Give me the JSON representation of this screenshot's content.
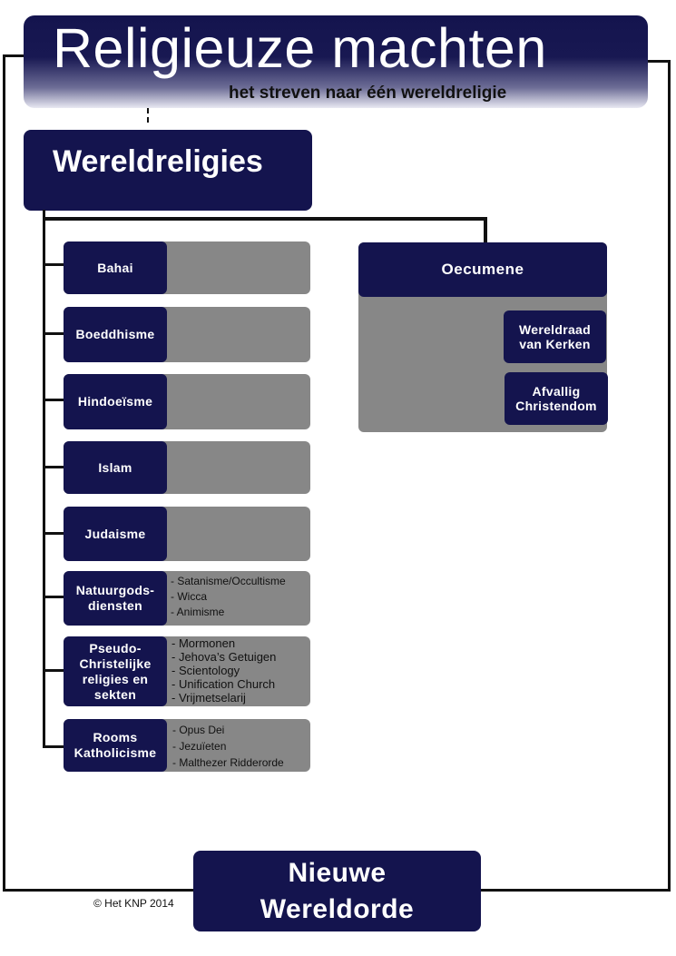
{
  "header": {
    "title": "Religieuze machten",
    "subtitle": "het streven naar één wereldreligie"
  },
  "main_node": {
    "label": "Wereldreligies"
  },
  "religions": [
    {
      "name": "Bahai",
      "items": []
    },
    {
      "name": "Boeddhisme",
      "items": []
    },
    {
      "name": "Hindoeïsme",
      "items": []
    },
    {
      "name": "Islam",
      "items": []
    },
    {
      "name": "Judaisme",
      "items": []
    },
    {
      "name_lines": [
        "Natuurgods-",
        "diensten"
      ],
      "items": [
        "- Satanisme/Occultisme",
        "- Wicca",
        "- Animisme"
      ]
    },
    {
      "name_lines": [
        "Pseudo-",
        "Christelijke",
        "religies en",
        "sekten"
      ],
      "items": [
        "- Mormonen",
        "- Jehova’s Getuigen",
        "- Scientology",
        "- Unification Church",
        "- Vrijmetselarij"
      ]
    },
    {
      "name_lines": [
        "Rooms",
        "Katholicisme"
      ],
      "items": [
        "- Opus Dei",
        "- Jezuïeten",
        "- Malthezer Ridderorde"
      ]
    }
  ],
  "oecumene": {
    "title": "Oecumene",
    "children": [
      {
        "lines": [
          "Wereldraad",
          "van Kerken"
        ]
      },
      {
        "lines": [
          "Afvallig",
          "Christendom"
        ]
      }
    ]
  },
  "footer": {
    "nwo_lines": [
      "Nieuwe",
      "Wereldorde"
    ],
    "copyright": "© Het KNP 2014"
  },
  "colors": {
    "navy": "#14144e",
    "gray": "#878787",
    "line": "#111111"
  }
}
